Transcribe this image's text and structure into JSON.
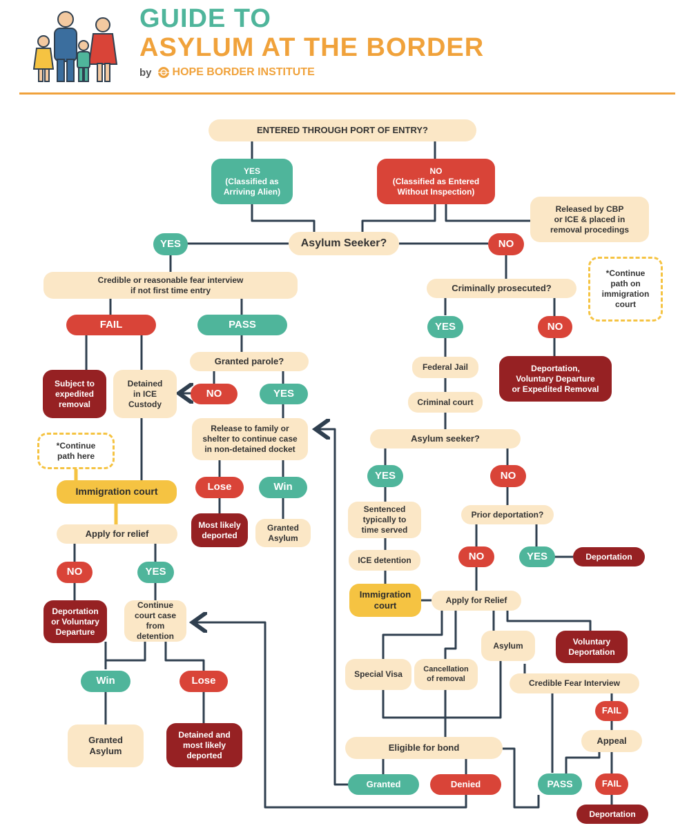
{
  "header": {
    "title_line1": "GUIDE TO",
    "title_line2": "ASYLUM AT THE BORDER",
    "by": "by",
    "org": "HOPE BORDER INSTITUTE"
  },
  "colors": {
    "teal": "#4fb59b",
    "red": "#d94438",
    "dark_red": "#962123",
    "yellow": "#f5c342",
    "cream": "#fbe7c6",
    "orange": "#f0a23b",
    "line": "#2f3f4f"
  },
  "nodes": {
    "port_of_entry": "ENTERED THROUGH PORT OF ENTRY?",
    "yes_arriving_alien": "YES\n(Classified as\nArriving Alien)",
    "no_entered_without_inspection": "NO\n(Classified as Entered\nWithout Inspection)",
    "released_cbp_ice": "Released by CBP\nor ICE & placed in\nremoval procedings",
    "continue_path_immigration_court": "*Continue\npath on\nimmigration\ncourt",
    "asylum_seeker": "Asylum Seeker?",
    "asylum_yes": "YES",
    "asylum_no": "NO",
    "fear_interview": "Credible or reasonable fear interview\nif not first time entry",
    "fear_fail": "FAIL",
    "fear_pass": "PASS",
    "expedited_removal": "Subject to\nexpedited\nremoval",
    "detained_ice": "Detained\nin ICE\nCustody",
    "granted_parole": "Granted parole?",
    "parole_no": "NO",
    "parole_yes": "YES",
    "release_family": "Release to family or\nshelter to continue case\nin non-detained docket",
    "release_lose": "Lose",
    "release_win": "Win",
    "most_likely_deported": "Most likely\ndeported",
    "granted_asylum_1": "Granted\nAsylum",
    "continue_path_here": "*Continue\npath here",
    "immigration_court_left": "Immigration court",
    "apply_relief_left": "Apply for relief",
    "relief_no": "NO",
    "relief_yes": "YES",
    "deportation_voluntary_left": "Deportation\nor Voluntary\nDeparture",
    "continue_court_detention": "Continue\ncourt case\nfrom detention",
    "detention_win": "Win",
    "detention_lose": "Lose",
    "granted_asylum_2": "Granted\nAsylum",
    "detained_deported": "Detained and\nmost likely\ndeported",
    "criminally_prosecuted": "Criminally prosecuted?",
    "prosecuted_yes": "YES",
    "prosecuted_no": "NO",
    "deportation_voluntary_expedited": "Deportation,\nVoluntary Departure\nor Expedited Removal",
    "federal_jail": "Federal Jail",
    "criminal_court": "Criminal court",
    "asylum_seeker_2": "Asylum seeker?",
    "seeker2_yes": "YES",
    "seeker2_no": "NO",
    "sentenced": "Sentenced\ntypically to\ntime served",
    "ice_detention": "ICE detention",
    "immigration_court_right": "Immigration\ncourt",
    "prior_deportation": "Prior deportation?",
    "prior_no": "NO",
    "prior_yes": "YES",
    "deportation_1": "Deportation",
    "apply_relief_right": "Apply for Relief",
    "special_visa": "Special Visa",
    "cancellation_removal": "Cancellation\nof removal",
    "asylum": "Asylum",
    "voluntary_deportation": "Voluntary\nDeportation",
    "credible_fear_interview": "Credible Fear Interview",
    "cfi_fail": "FAIL",
    "appeal": "Appeal",
    "appeal_fail": "FAIL",
    "appeal_pass": "PASS",
    "deportation_2": "Deportation",
    "eligible_bond": "Eligible for bond",
    "bond_granted": "Granted",
    "bond_denied": "Denied"
  }
}
